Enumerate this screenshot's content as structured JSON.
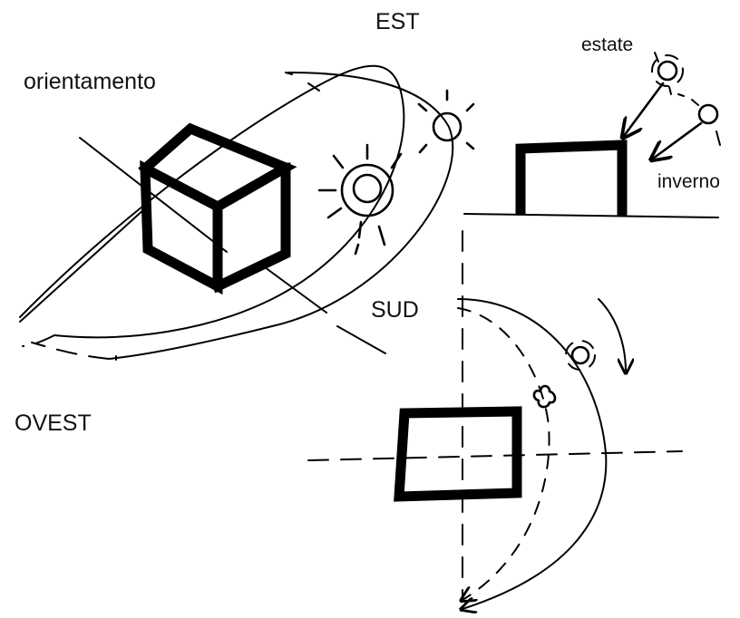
{
  "labels": {
    "est": "EST",
    "orientamento": "orientamento",
    "estate": "estate",
    "inverno": "inverno",
    "sud": "SUD",
    "ovest": "OVEST"
  }
}
